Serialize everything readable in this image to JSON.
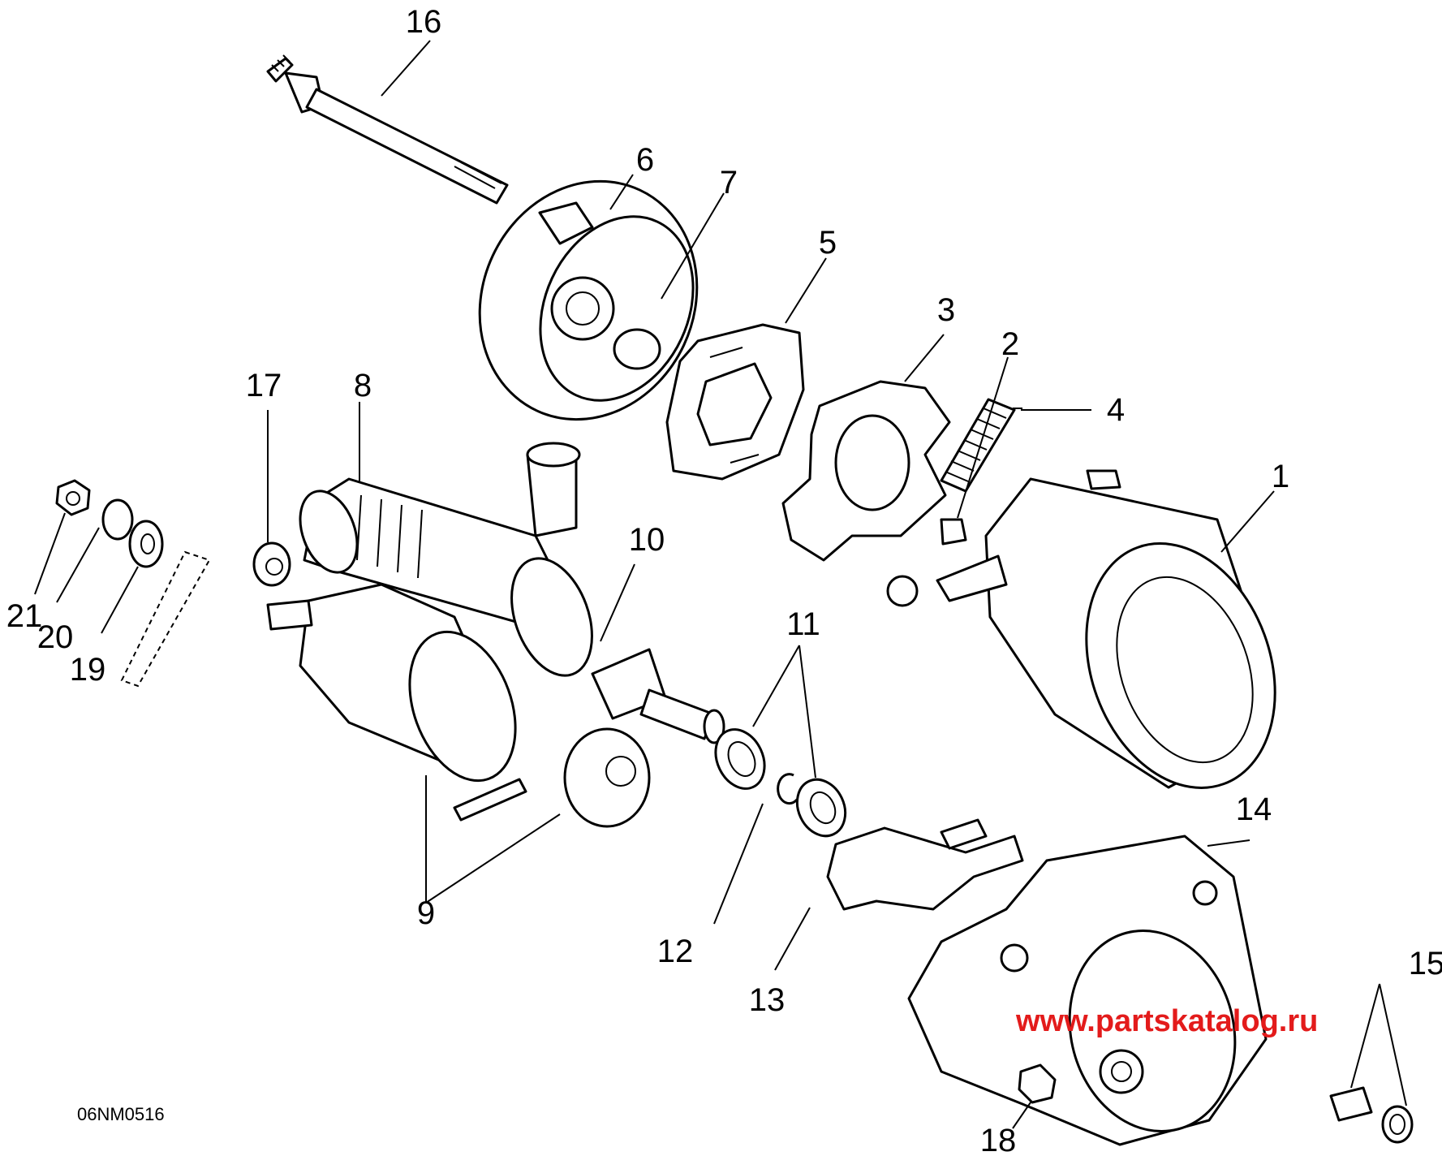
{
  "diagram": {
    "reference_code": "06NM0516",
    "watermark": "www.partskatalog.ru",
    "callouts": [
      "1",
      "2",
      "3",
      "4",
      "5",
      "6",
      "7",
      "8",
      "9",
      "10",
      "11",
      "12",
      "13",
      "14",
      "15",
      "16",
      "17",
      "18",
      "19",
      "20",
      "21"
    ]
  }
}
